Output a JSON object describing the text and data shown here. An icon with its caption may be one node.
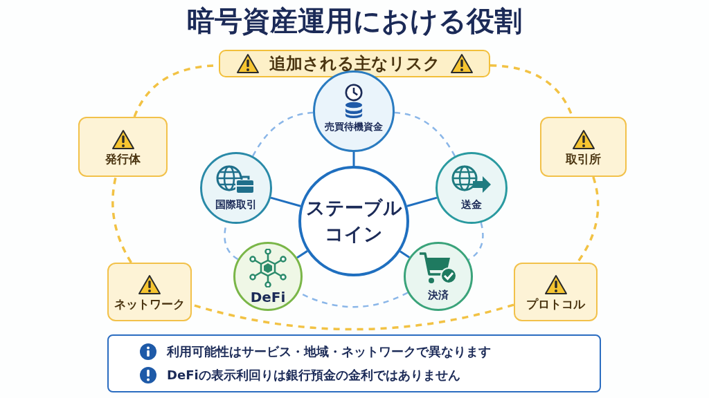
{
  "diagram": {
    "title": "暗号資産運用における役割",
    "nodes": [
      {
        "text": [
          "追加される主なリスク"
        ]
      },
      {
        "text": [
          "売買待機資金"
        ]
      },
      {
        "text": [
          "国際取引"
        ]
      },
      {
        "text": [
          "ステーブルコイン"
        ]
      },
      {
        "text": [
          "送金"
        ]
      },
      {
        "text": [
          "DeFi"
        ]
      },
      {
        "text": [
          "決済"
        ]
      },
      {
        "text": [
          "発行体"
        ]
      },
      {
        "text": [
          "取引所"
        ]
      },
      {
        "text": [
          "ネットワーク"
        ]
      },
      {
        "text": [
          "プロトコル"
        ]
      },
      {
        "text": [
          "利用可能性はサービス・地域・ネットワークで異なります",
          "DeFiの表示利回りは銀行預金の金利ではありません"
        ]
      }
    ],
    "edges": [
      {
        "from": 3,
        "to": 1,
        "arrow": "none"
      },
      {
        "from": 3,
        "to": 2,
        "arrow": "none"
      },
      {
        "from": 3,
        "to": 4,
        "arrow": "none"
      },
      {
        "from": 3,
        "to": 5,
        "arrow": "none"
      },
      {
        "from": 3,
        "to": 6,
        "arrow": "none"
      },
      {
        "from": 1,
        "to": 4,
        "arrow": "none",
        "style": "dashed",
        "color": "#8ab6e8"
      },
      {
        "from": 4,
        "to": 6,
        "arrow": "none",
        "style": "dashed",
        "color": "#8ab6e8"
      },
      {
        "from": 6,
        "to": 5,
        "arrow": "none",
        "style": "dashed",
        "color": "#8ab6e8"
      },
      {
        "from": 5,
        "to": 2,
        "arrow": "none",
        "style": "dashed",
        "color": "#8ab6e8"
      },
      {
        "from": 2,
        "to": 1,
        "arrow": "none",
        "style": "dashed",
        "color": "#8ab6e8"
      },
      {
        "from": 0,
        "to": 8,
        "arrow": "none",
        "style": "dashed",
        "color": "#f2c244"
      },
      {
        "from": 8,
        "to": 10,
        "arrow": "none",
        "style": "dashed",
        "color": "#f2c244"
      },
      {
        "from": 10,
        "to": 9,
        "arrow": "none",
        "style": "dashed",
        "color": "#f2c244"
      },
      {
        "from": 9,
        "to": 7,
        "arrow": "none",
        "style": "dashed",
        "color": "#f2c244"
      },
      {
        "from": 7,
        "to": 0,
        "arrow": "none",
        "style": "dashed",
        "color": "#f2c244"
      }
    ]
  }
}
